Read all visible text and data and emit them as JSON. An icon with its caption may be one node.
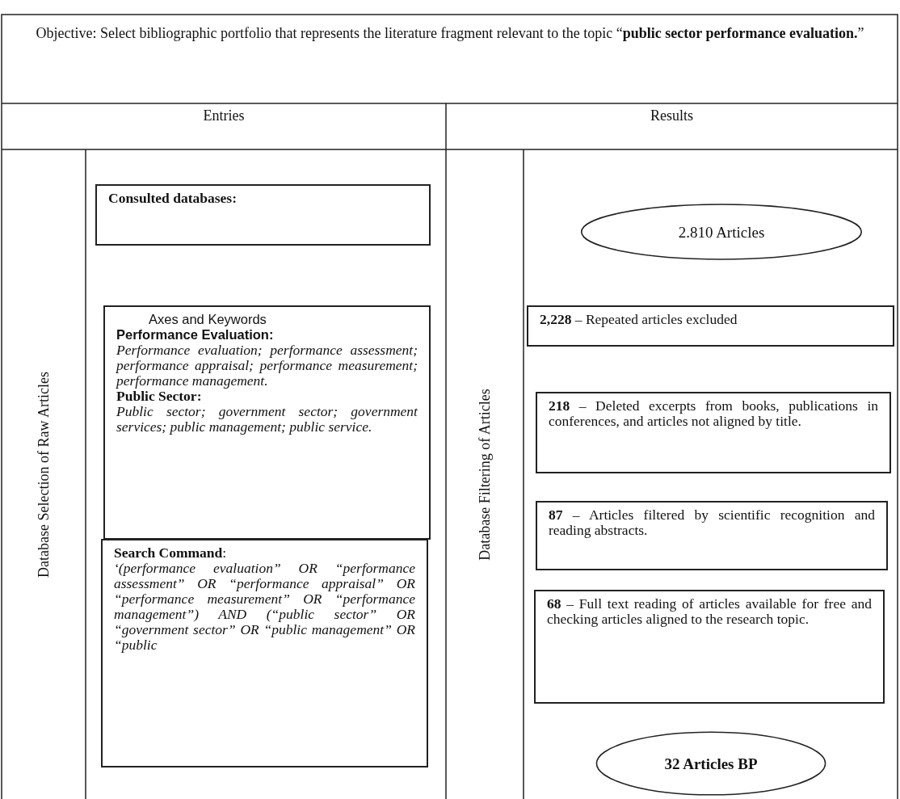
{
  "diagram": {
    "nodes": [
      {
        "text": [
          "Consulted databases:"
        ]
      },
      {
        "text": [
          "Axes and Keywords",
          "Performance Evaluation:",
          "Performance evaluation; performance assessment; performance appraisal; performance measurement; performance management.",
          "Public Sector:",
          "Public sector; government sector; government services; public management; public service."
        ]
      },
      {
        "text": [
          "**Search Command**:",
          "‘(performance evaluation” OR “performance assessment” OR “performance appraisal” OR “performance measurement” OR “performance management”) AND (“public sector” OR “government sector” OR “public management” OR “public"
        ]
      },
      {
        "text": [
          "2.810 Articles"
        ]
      },
      {
        "text": [
          "**2,228** – Repeated articles excluded"
        ]
      },
      {
        "text": [
          "**218** – Deleted excerpts from books, publications in conferences, and articles not aligned by title."
        ]
      },
      {
        "text": [
          "**87** – Articles filtered by scientific recognition and reading abstracts."
        ]
      },
      {
        "text": [
          "**68** – Full text reading of articles available for free and checking articles aligned to the research topic."
        ]
      },
      {
        "text": [
          "32 Articles  BP"
        ]
      }
    ],
    "labels": [
      "Objective: Select bibliographic portfolio that represents the literature fragment relevant to the topic “**public sector performance evaluation.**”",
      "Entries",
      "Results",
      "Database Selection of Raw Articles",
      "Database Filtering of Articles"
    ]
  }
}
